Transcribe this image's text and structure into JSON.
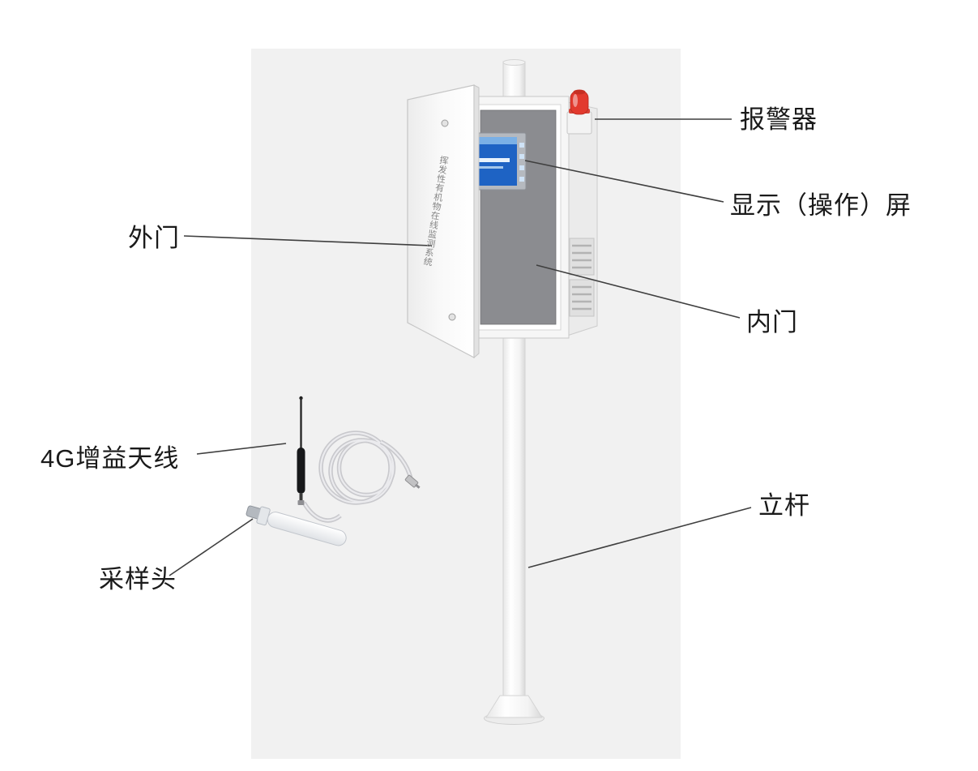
{
  "labels": {
    "alarm": "报警器",
    "display_screen": "显示（操作）屏",
    "inner_door": "内门",
    "pole": "立杆",
    "outer_door": "外门",
    "antenna_4g": "4G增益天线",
    "sampling_head": "采样头"
  },
  "device": {
    "door_text": "挥发性有机物在线监测系统"
  },
  "colors": {
    "backdrop": "#f1f1f1",
    "label_text": "#1a1a1a",
    "leader_line": "#3f3f3f",
    "alarm_red": "#e23a2e",
    "screen_blue": "#1e63c4",
    "screen_header": "#7ab0e6",
    "panel_gray": "#8b8c90"
  }
}
